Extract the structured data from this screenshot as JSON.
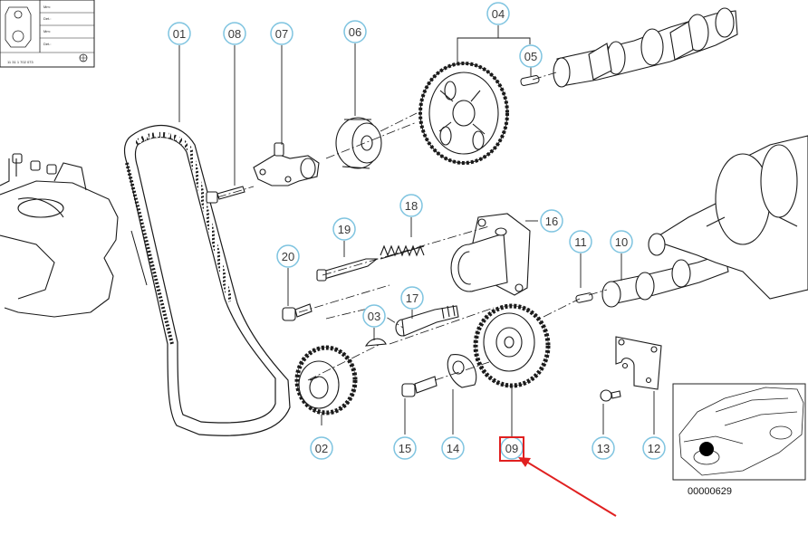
{
  "diagram": {
    "drawing_number": "00000629",
    "stamp": {
      "line1": "Mm:",
      "line2": "Det.:",
      "line3": "Mm:",
      "line4": "Det.:",
      "code": "11 31 1 702 073"
    },
    "callouts": [
      {
        "id": "01",
        "label": "01"
      },
      {
        "id": "08",
        "label": "08"
      },
      {
        "id": "07",
        "label": "07"
      },
      {
        "id": "06",
        "label": "06"
      },
      {
        "id": "04",
        "label": "04"
      },
      {
        "id": "05",
        "label": "05"
      },
      {
        "id": "18",
        "label": "18"
      },
      {
        "id": "16",
        "label": "16"
      },
      {
        "id": "19",
        "label": "19"
      },
      {
        "id": "11",
        "label": "11"
      },
      {
        "id": "10",
        "label": "10"
      },
      {
        "id": "20",
        "label": "20"
      },
      {
        "id": "17",
        "label": "17"
      },
      {
        "id": "03",
        "label": "03"
      },
      {
        "id": "02",
        "label": "02"
      },
      {
        "id": "15",
        "label": "15"
      },
      {
        "id": "14",
        "label": "14"
      },
      {
        "id": "09",
        "label": "09"
      },
      {
        "id": "13",
        "label": "13"
      },
      {
        "id": "12",
        "label": "12"
      }
    ],
    "highlighted_callout": "09",
    "colors": {
      "callout_ring": "#7fc4e0",
      "line": "#1a1a1a",
      "highlight": "#e02020"
    }
  }
}
